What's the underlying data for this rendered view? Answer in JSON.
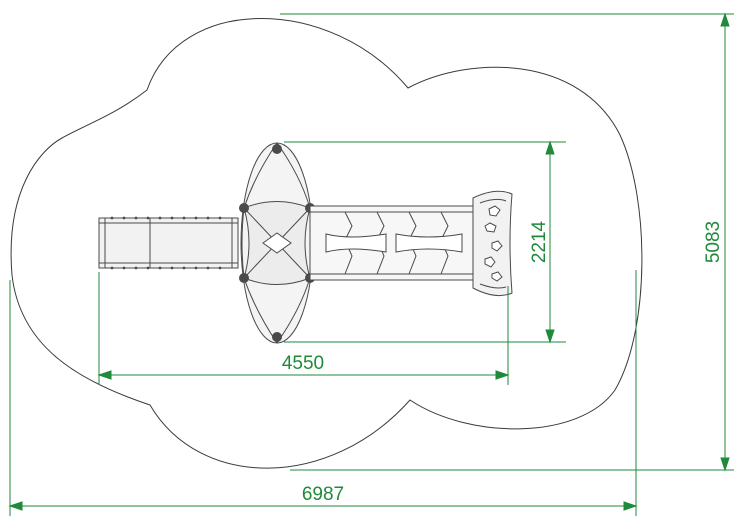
{
  "colors": {
    "background": "#ffffff",
    "outline": "#3a3a3a",
    "equipment": "#4a4a4a",
    "equipment_fill": "#e6e6e6",
    "dimension": "#1f8a3a"
  },
  "dimensions": {
    "overall_width": "6987",
    "overall_height": "5083",
    "equipment_length": "4550",
    "equipment_width": "2214"
  }
}
